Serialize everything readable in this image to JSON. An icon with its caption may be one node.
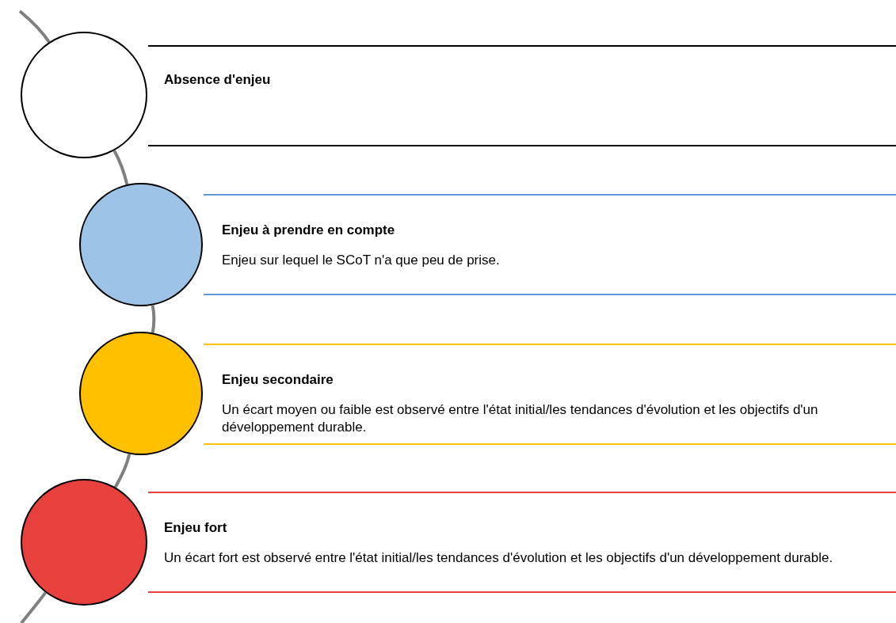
{
  "diagram": {
    "nodes": [
      {
        "text": [],
        "shape": "circle"
      },
      {
        "text": [
          "Absence d'enjeu"
        ]
      },
      {
        "text": [],
        "shape": "circle"
      },
      {
        "text": [
          "Enjeu à prendre en compte",
          "Enjeu sur lequel le SCoT n'a que peu de prise."
        ]
      },
      {
        "text": [],
        "shape": "circle"
      },
      {
        "text": [
          "Enjeu secondaire",
          "Un écart moyen ou faible est observé entre l'état initial/les tendances d'évolution et les objectifs d'un développement durable."
        ]
      },
      {
        "text": [],
        "shape": "circle"
      },
      {
        "text": [
          "Enjeu fort",
          "Un écart fort est observé entre l'état initial/les tendances d'évolution et les objectifs d'un développement durable."
        ]
      }
    ],
    "edges": [
      {
        "from": null,
        "to": 0,
        "arrow": "none"
      },
      {
        "from": 0,
        "to": 2,
        "arrow": "none"
      },
      {
        "from": 2,
        "to": 4,
        "arrow": "none"
      },
      {
        "from": 4,
        "to": 6,
        "arrow": "none"
      },
      {
        "from": 6,
        "to": null,
        "arrow": "none"
      }
    ]
  }
}
